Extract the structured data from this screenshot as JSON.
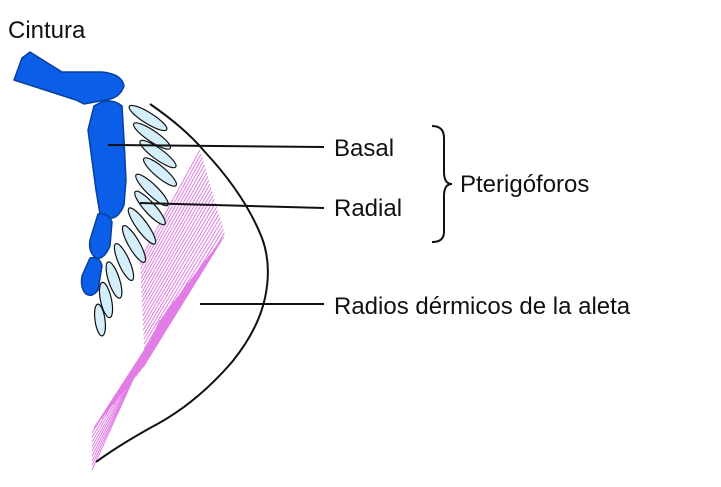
{
  "labels": {
    "cintura": "Cintura",
    "basal": "Basal",
    "radial": "Radial",
    "pterigoforos": "Pterigóforos",
    "radios": "Radios dérmicos de la aleta"
  },
  "colors": {
    "basal_fill": "#0a5ee8",
    "basal_stroke": "#0a3f9e",
    "radial_fill": "#d4eefb",
    "ray_color": "#e27de6",
    "outline": "#111111"
  }
}
